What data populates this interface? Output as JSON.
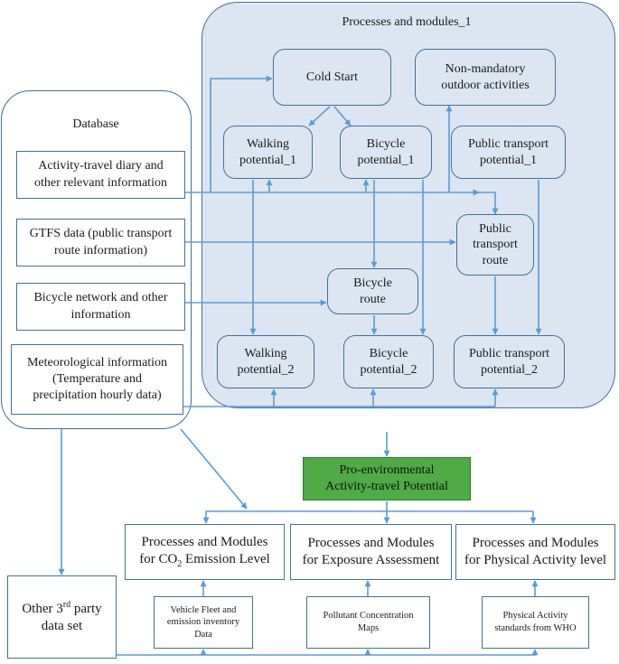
{
  "container": {
    "title": "Processes and modules_1"
  },
  "database": {
    "title": "Database",
    "items": [
      "Activity-travel diary and\nother relevant information",
      "GTFS data (public transport\nroute information)",
      "Bicycle network and other\ninformation",
      "Meteorological information\n(Temperature and\nprecipitation hourly data)"
    ]
  },
  "nodes": {
    "cold_start": "Cold Start",
    "non_mandatory": "Non-mandatory\noutdoor activities",
    "walking_1": "Walking\npotential_1",
    "bicycle_1": "Bicycle\npotential_1",
    "public_1": "Public transport\npotential_1",
    "public_route": "Public\ntransport\nroute",
    "bicycle_route": "Bicycle\nroute",
    "walking_2": "Walking\npotential_2",
    "bicycle_2": "Bicycle\npotential_2",
    "public_2": "Public transport\npotential_2"
  },
  "result": {
    "label": "Pro-environmental\nActivity-travel Potential"
  },
  "modules": {
    "co2": {
      "line1": "Processes and Modules",
      "line2_prefix": "for CO",
      "line2_sub": "2",
      "line2_suffix": " Emission Level"
    },
    "exposure": "Processes and Modules\nfor Exposure Assessment",
    "physical": "Processes and Modules\nfor Physical Activity level"
  },
  "inputs": {
    "vehicle": "Vehicle Fleet and\nemission inventory\nData",
    "pollutant": "Pollutant Concentration\nMaps",
    "who": "Physical Activity\nstandards from WHO"
  },
  "third_party": {
    "prefix": "Other 3",
    "sup": "rd",
    "suffix": " party\ndata set"
  },
  "colors": {
    "line": "#5b9bd5",
    "border": "#41719c",
    "fill": "#dce6f2",
    "green": "#4fab45"
  }
}
